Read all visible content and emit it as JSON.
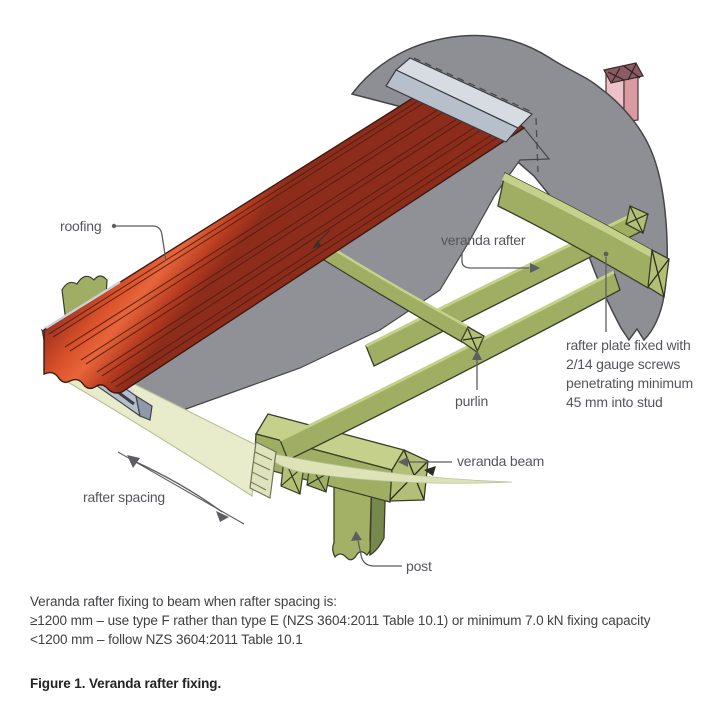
{
  "figure": {
    "labels": {
      "roofing": "roofing",
      "veranda_rafter": "veranda rafter",
      "purlin": "purlin",
      "veranda_beam": "veranda beam",
      "rafter_spacing": "rafter spacing",
      "post": "post",
      "rafter_plate_note_lines": [
        "rafter plate fixed with",
        "2/14 gauge screws",
        "penetrating minimum",
        "45 mm into stud"
      ]
    },
    "notes": {
      "lines": [
        "Veranda rafter fixing to beam when rafter spacing is:",
        "≥1200 mm – use type F rather than type E (NZS 3604:2011 Table 10.1) or minimum 7.0 kN fixing capacity",
        "<1200 mm – follow NZS 3604:2011 Table 10.1"
      ]
    },
    "caption": "Figure 1. Veranda rafter fixing.",
    "colors": {
      "roofing_red": "#d84f2c",
      "roofing_red_dark": "#8e2c1b",
      "timber_green": "#9fae62",
      "timber_green_light": "#c5d08b",
      "timber_green_dark": "#7a8a4c",
      "fascia_pale": "#e9ecca",
      "wall_grey": "#8e8f94",
      "flashing_grey": "#d3d8e0",
      "gutter_grey": "#b4bdc9",
      "stud_pink": "#ecc2c6",
      "label_text": "#55565c"
    }
  }
}
